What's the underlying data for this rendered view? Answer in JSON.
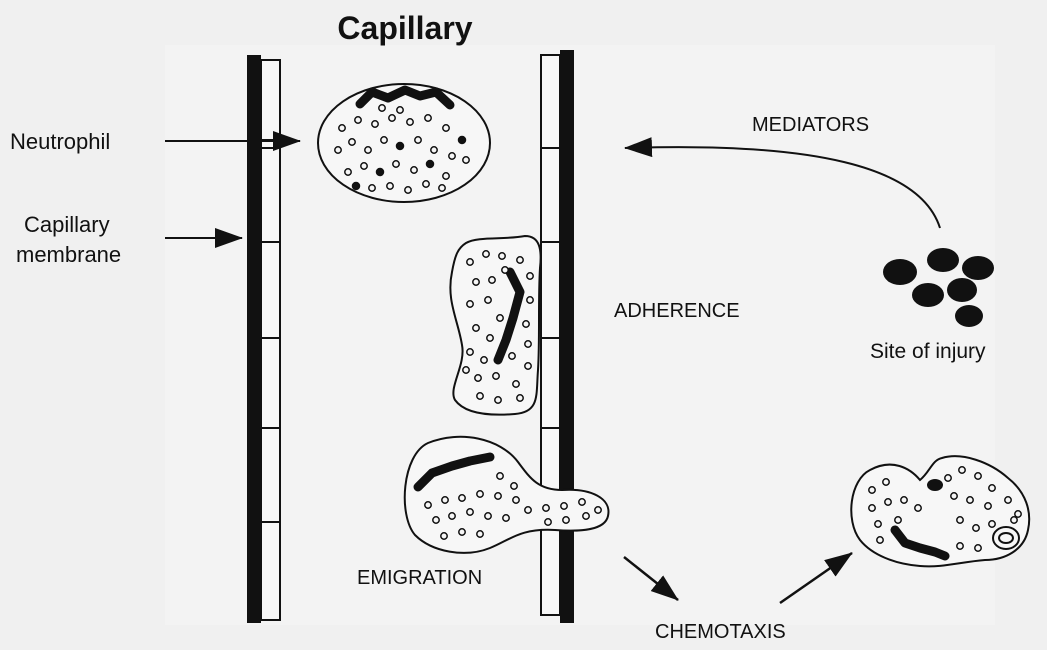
{
  "title": "Capillary",
  "labels": {
    "neutrophil": "Neutrophil",
    "membrane_line1": "Capillary",
    "membrane_line2": "membrane",
    "mediators": "MEDIATORS",
    "adherence": "ADHERENCE",
    "site_of_injury": "Site of injury",
    "emigration": "EMIGRATION",
    "chemotaxis": "CHEMOTAXIS"
  },
  "colors": {
    "background": "#f0f0f0",
    "ink": "#111111",
    "cell_fill": "#f7f7f7"
  }
}
